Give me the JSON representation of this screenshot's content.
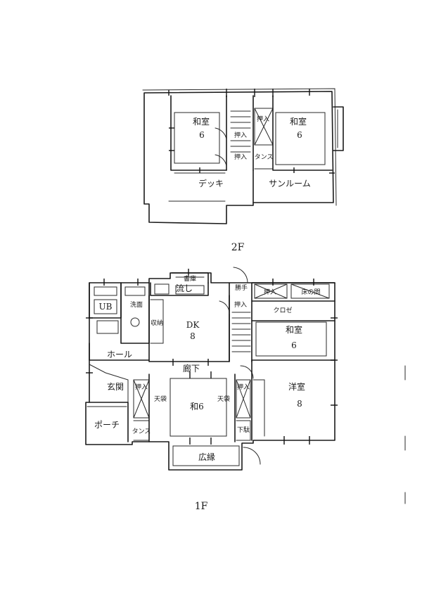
{
  "floors": {
    "second": {
      "label": "2F",
      "rooms": {
        "washitsu_left": "和室",
        "washitsu_left_size": "6",
        "washitsu_right": "和室",
        "washitsu_right_size": "6",
        "oshiire_upper": "押入",
        "oshiire_lower": "押入",
        "oshiire_right": "押入",
        "tansu": "タンス",
        "deck": "デッキ",
        "sunroom": "サンルーム"
      }
    },
    "first": {
      "label": "1F",
      "rooms": {
        "tosho": "書庫",
        "shokki": "勝手",
        "oshiire_top": "押入",
        "kanoheya": "床の間",
        "kuroset": "クロゼ",
        "uvb": "UB",
        "senmen": "洗面",
        "nagashi": "流し",
        "dk": "DK",
        "dk_size": "8",
        "shuno": "収納",
        "oshiire_mid": "押入",
        "washitsu_small": "和室",
        "washitsu_small_size": "6",
        "hall": "ホール",
        "rouka": "廊下",
        "genkan": "玄関",
        "oshiire_genkan": "押入",
        "tenbukuro_left": "天袋",
        "washitsu_main": "和6",
        "tenbukuro_right": "天袋",
        "oshiire_right": "押入",
        "yoshitsu": "洋室",
        "yoshitsu_size": "8",
        "porch": "ポーチ",
        "tansu": "タンス",
        "engawa": "広縁",
        "kutsubako": "下駄"
      }
    }
  }
}
